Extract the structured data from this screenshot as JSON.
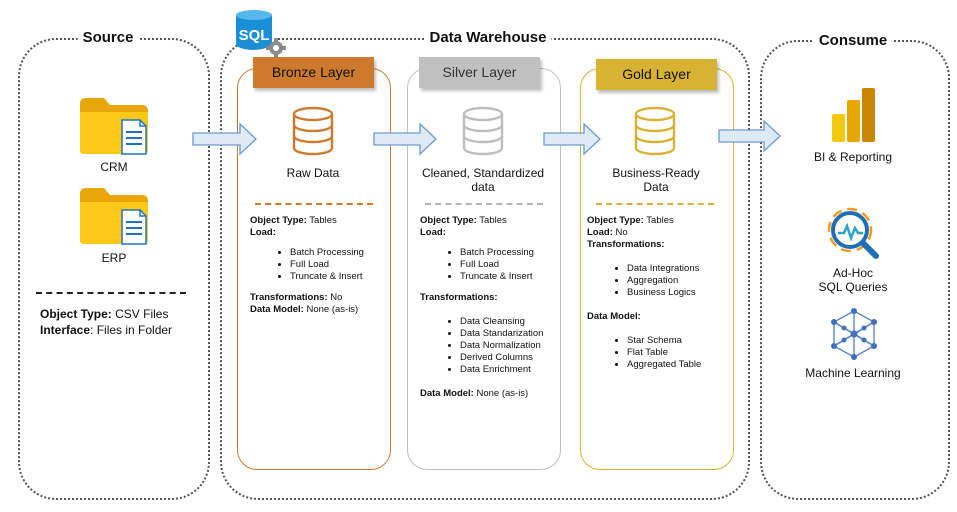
{
  "source": {
    "title": "Source",
    "items": [
      {
        "label": "CRM",
        "icon": "folder-file-icon"
      },
      {
        "label": "ERP",
        "icon": "folder-file-icon"
      }
    ],
    "object_type_label": "Object Type:",
    "object_type_value": " CSV Files",
    "interface_label": "Interface",
    "interface_value": ": Files in Folder"
  },
  "warehouse": {
    "title": "Data Warehouse",
    "logo_text": "SQL",
    "layers": {
      "bronze": {
        "label": "Bronze Layer",
        "color": "#cd7a2f",
        "caption_lines": [
          "Raw Data"
        ],
        "object_type_label": "Object Type:",
        "object_type_value": " Tables",
        "load_label": "Load:",
        "load_value": "",
        "load_items": [
          "Batch Processing",
          "Full Load",
          "Truncate & Insert"
        ],
        "transformations_label": "Transformations:",
        "transformations_value": " No",
        "data_model_label": "Data Model:",
        "data_model_value": " None (as-is)"
      },
      "silver": {
        "label": "Silver Layer",
        "color": "#c0c0c0",
        "caption_lines": [
          "Cleaned, Standardized",
          "data"
        ],
        "object_type_label": "Object Type:",
        "object_type_value": " Tables",
        "load_label": "Load:",
        "load_items": [
          "Batch Processing",
          "Full Load",
          "Truncate & Insert"
        ],
        "transformations_label": "Transformations:",
        "transformation_items": [
          "Data Cleansing",
          "Data Standarization",
          "Data Normalization",
          "Derived Columns",
          "Data Enrichment"
        ],
        "data_model_label": "Data Model:",
        "data_model_value": " None (as-is)"
      },
      "gold": {
        "label": "Gold Layer",
        "color": "#d8b232",
        "caption_lines": [
          "Business-Ready",
          "Data"
        ],
        "object_type_label": "Object Type:",
        "object_type_value": " Tables",
        "load_label": "Load:",
        "load_value": " No",
        "transformations_label": "Transformations:",
        "transformation_items": [
          "Data Integrations",
          "Aggregation",
          "Business Logics"
        ],
        "data_model_label": "Data Model:",
        "data_model_items": [
          "Star Schema",
          "Flat Table",
          "Aggregated Table"
        ]
      }
    }
  },
  "consume": {
    "title": "Consume",
    "items": [
      {
        "label_lines": [
          "BI & Reporting"
        ],
        "icon": "bar-chart-icon"
      },
      {
        "label_lines": [
          "Ad-Hoc",
          "SQL Queries"
        ],
        "icon": "magnifier-query-icon"
      },
      {
        "label_lines": [
          "Machine Learning"
        ],
        "icon": "neural-network-icon"
      }
    ]
  }
}
